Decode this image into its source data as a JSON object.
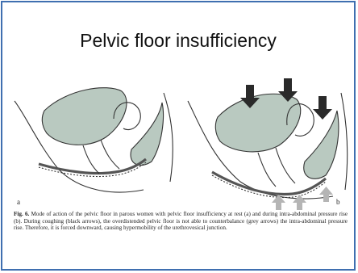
{
  "slide": {
    "title": "Pelvic floor insufficiency",
    "figure": {
      "panel_a_label": "a",
      "panel_b_label": "b",
      "caption_lead": "Fig. 6.",
      "caption_text": "Mode of action of the pelvic floor in parous women with pelvic floor insufficiency at rest (a) and during intra-abdominal pressure rise (b). During coughing (black arrows), the overdistended pelvic floor is not able to counterbalance (grey arrows) the intra-abdominal pressure rise. Therefore, it is forced downward, causing hypermobility of the urethrovesical junction."
    },
    "colors": {
      "border": "#3f6fb0",
      "organ_fill": "#b9c9c0",
      "black_arrow": "#2a2a2a",
      "grey_arrow": "#b5b5b5"
    }
  }
}
